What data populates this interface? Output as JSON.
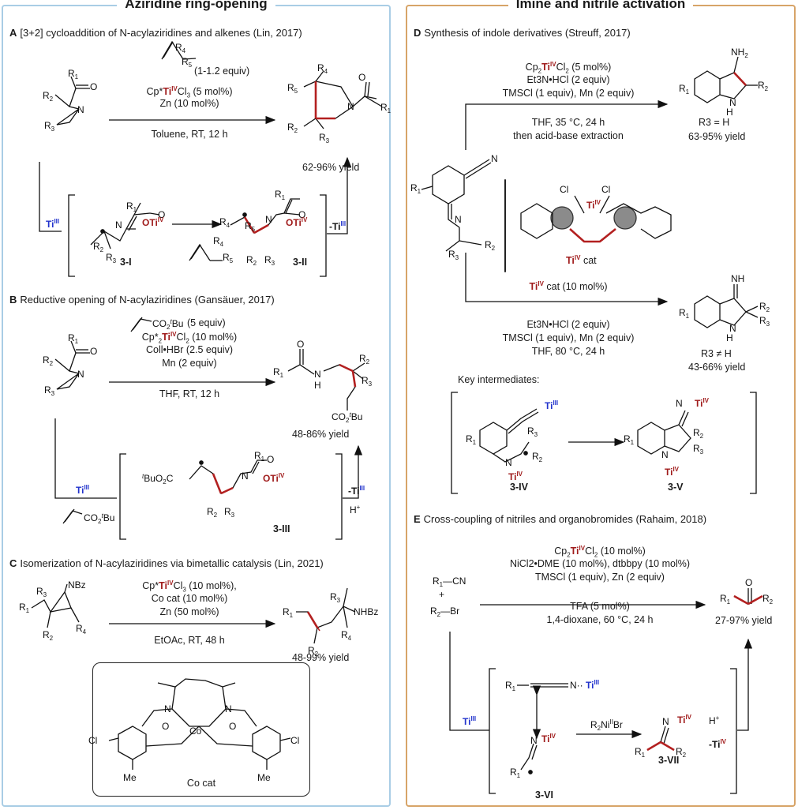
{
  "left_title": "Aziridine ring-opening",
  "right_title": "Imine and nitrile activation",
  "sections": {
    "A": {
      "letter": "A",
      "title": "[3+2] cycloaddition of N-acylaziridines and alkenes (Lin, 2017)",
      "equiv": "(1-1.2 equiv)",
      "cat": "Cp*Tiᴵⱽ Cl3 (5 mol%)",
      "red": "Zn (10 mol%)",
      "cond": "Toluene, RT,  12 h",
      "yield": "62-96% yield",
      "int1": "3-I",
      "int2": "3-II"
    },
    "B": {
      "letter": "B",
      "title": "Reductive opening of N-acylaziridines (Gansäuer, 2017)",
      "equiv": "(5 equiv)",
      "cat": "Cp*2TiIVCl2 (10 mol%)",
      "add": "Coll•HBr (2.5 equiv)",
      "red": "Mn (2 equiv)",
      "cond": "THF, RT,  12 h",
      "yield": "48-86% yield",
      "int": "3-III",
      "h": "H+"
    },
    "C": {
      "letter": "C",
      "title": "Isomerization of N-acylaziridines via bimetallic catalysis (Lin, 2021)",
      "cat": "Cp*TiIVCl3 (10 mol%),",
      "co": "Co cat (10 mol%)",
      "red": "Zn (50 mol%)",
      "cond": "EtOAc, RT, 48 h",
      "yield": "48-99% yield",
      "cocat": "Co cat"
    },
    "D": {
      "letter": "D",
      "title": "Synthesis of indole derivatives (Streuff, 2017)",
      "cat1": "Cp2TiIVCl2 (5 mol%)",
      "add1": "Et3N•HCl (2 equiv)",
      "tms1": "TMSCl (1 equiv), Mn (2 equiv)",
      "cond1": "THF, 35 °C, 24 h",
      "work1": "then acid-base extraction",
      "r3a": "R3 = H",
      "yield1": "63-95% yield",
      "tcat": "cat",
      "cat2": "cat (10 mol%)",
      "add2": "Et3N•HCl (2 equiv)",
      "tms2": "TMSCl (1 equiv), Mn (2 equiv)",
      "cond2": "THF, 80 °C, 24 h",
      "r3b": "R3 ≠ H",
      "yield2": "43-66% yield",
      "key": "Key intermediates:",
      "int1": "3-IV",
      "int2": "3-V"
    },
    "E": {
      "letter": "E",
      "title": "Cross-coupling of nitriles and organobromides (Rahaim, 2018)",
      "cat": "Cp2TiIVCl2 (10 mol%)",
      "ni": "NiCl2•DME (10 mol%), dtbbpy (10 mol%)",
      "tms": "TMSCl (1 equiv), Zn (2 equiv)",
      "tfa": "TFA (5 mol%)",
      "cond": "1,4-dioxane, 60 °C, 24 h",
      "yield": "27-97% yield",
      "int1": "3-VI",
      "int2": "3-VII",
      "reag": "R2NiIIBr",
      "h": "H+"
    }
  }
}
